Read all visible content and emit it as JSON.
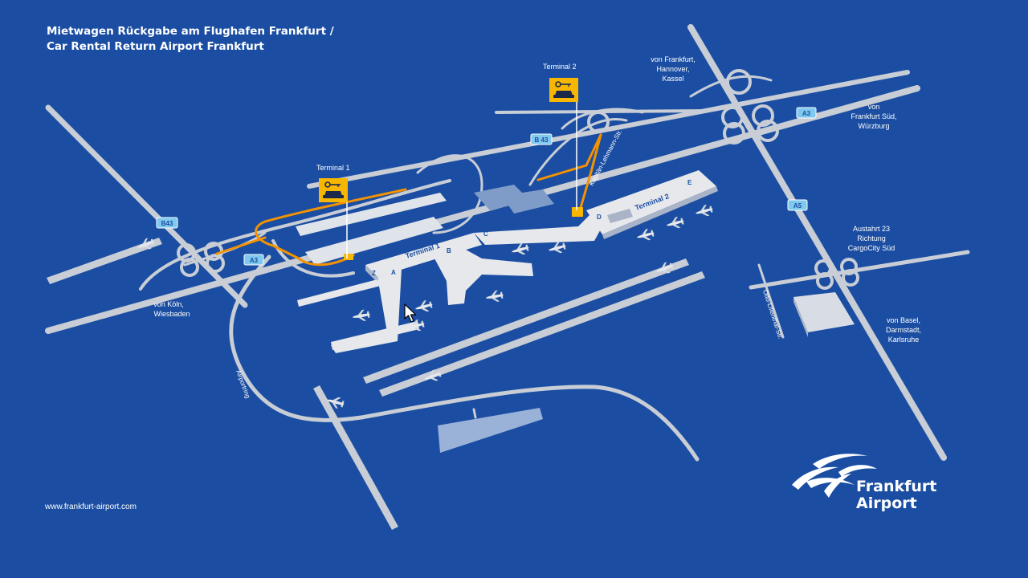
{
  "title": {
    "line1": "Mietwagen Rückgabe am Flughafen Frankfurt /",
    "line2": "Car Rental Return Airport Frankfurt"
  },
  "terminals": {
    "t1": "Terminal 1",
    "t2": "Terminal 2"
  },
  "building_labels": {
    "t1": "Terminal 1",
    "t2": "Terminal 2"
  },
  "gates": [
    "A",
    "B",
    "C",
    "D",
    "E",
    "Z"
  ],
  "shields": {
    "b43_west": "B43",
    "b43_north": "B 43",
    "a3_west": "A3",
    "a3_east": "A3",
    "a5": "A5"
  },
  "directions": {
    "north": [
      "von Frankfurt,",
      "Hannover,",
      "Kassel"
    ],
    "east": [
      "von",
      "Frankfurt Süd,",
      "Würzburg"
    ],
    "exit": [
      "Austahrt 23",
      "Richtung",
      "CargoCity Süd"
    ],
    "south": [
      "von Basel,",
      "Darmstadt,",
      "Karlsruhe"
    ],
    "west": [
      "von Köln,",
      "Wiesbaden"
    ]
  },
  "streets": {
    "airportring": "Airportring",
    "kapitaen": "Kapitän-Lehmann-Str.",
    "otto": "Otto-Lilienthal-Str."
  },
  "website": "www.frankfurt-airport.com",
  "logo": {
    "line1": "Frankfurt",
    "line2": "Airport"
  },
  "icons": {
    "rental_return": "key-car-icon",
    "airplane": "airplane-icon",
    "cursor": "mouse-cursor-icon",
    "logo": "frankfurt-airport-logo-icon"
  },
  "colors": {
    "background": "#1b4ea2",
    "road": "#c8cdd6",
    "building": "#e6e8ec",
    "route": "#f39200",
    "sign": "#f7b600",
    "shield": "#7fc8ee"
  }
}
